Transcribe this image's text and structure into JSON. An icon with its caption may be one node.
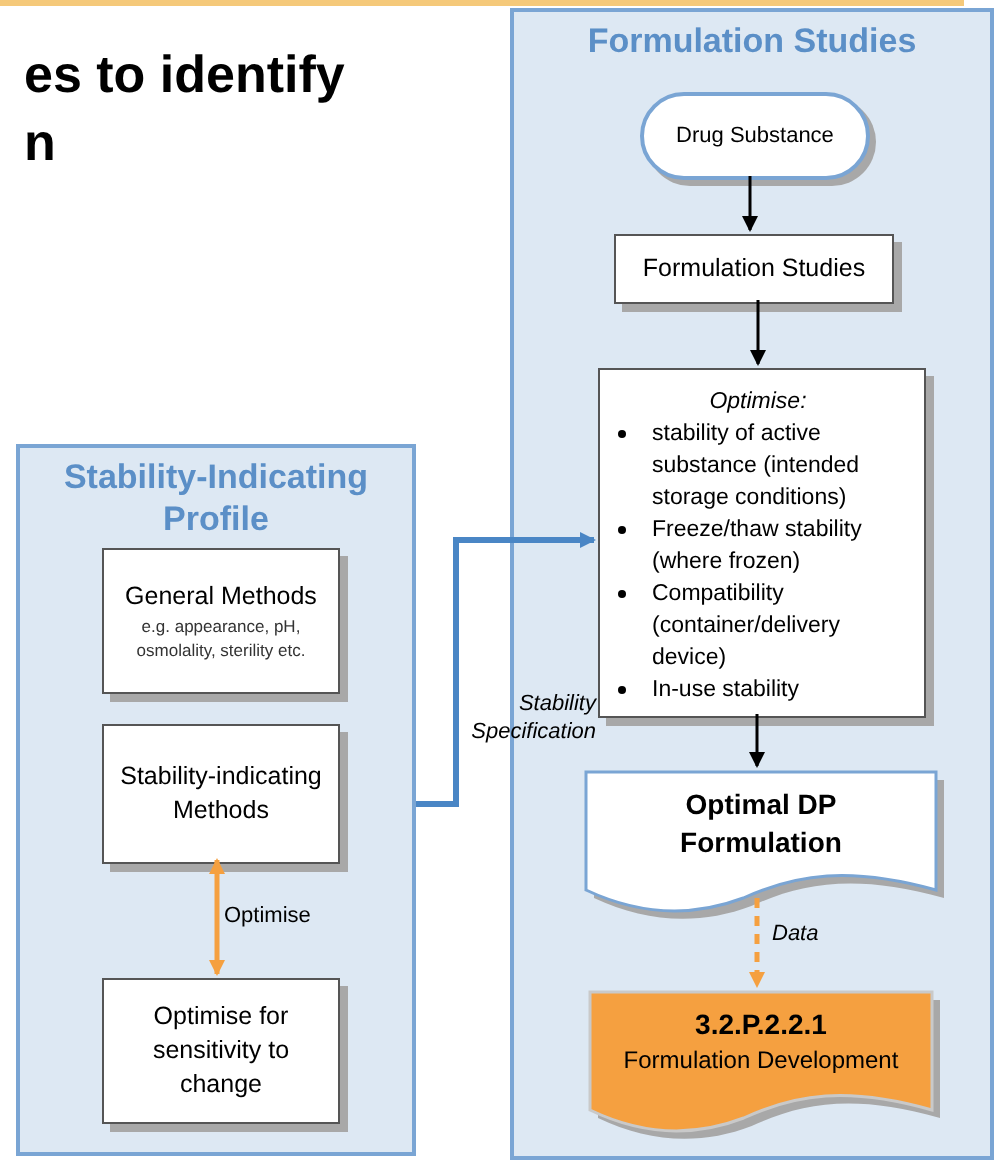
{
  "diagram": {
    "nodes": [
      {
        "text": [
          "Formulation Studies"
        ]
      },
      {
        "text": [
          "Drug Substance"
        ],
        "in": 0
      },
      {
        "text": [
          "Formulation Studies"
        ],
        "in": 0
      },
      {
        "text": [
          "Optimise:",
          "stability of active substance (intended storage conditions)",
          "Freeze/thaw stability (where frozen)",
          "Compatibility (container/delivery device)",
          "In-use stability"
        ],
        "in": 0
      },
      {
        "text": [
          "Optimal DP Formulation"
        ],
        "in": 0
      },
      {
        "text": [
          "3.2.P.2.2.1",
          "Formulation Development"
        ],
        "in": 0
      },
      {
        "text": [
          "Stability-Indicating Profile"
        ]
      },
      {
        "text": [
          "General Methods",
          "e.g. appearance, pH, osmolality, sterility etc."
        ],
        "in": 6
      },
      {
        "text": [
          "Stability-indicating Methods"
        ],
        "in": 6
      },
      {
        "text": [
          "Optimise for sensitivity to change"
        ],
        "in": 6
      }
    ],
    "edges": [
      {
        "from": 1,
        "to": 2,
        "arrow": "to"
      },
      {
        "from": 2,
        "to": 3,
        "arrow": "to"
      },
      {
        "from": 3,
        "to": 4,
        "arrow": "to"
      },
      {
        "from": 4,
        "to": 5,
        "arrow": "to",
        "label": "Data",
        "style": "dashed",
        "color": "#f5a040"
      },
      {
        "from": 8,
        "to": 9,
        "arrow": "both",
        "label": "Optimise",
        "color": "#f5a040"
      },
      {
        "from": 6,
        "to": 3,
        "arrow": "to",
        "label": "Stability Specification",
        "style": "thick",
        "color": "#4a86c5"
      }
    ],
    "labels": [
      "es to identify n"
    ]
  }
}
